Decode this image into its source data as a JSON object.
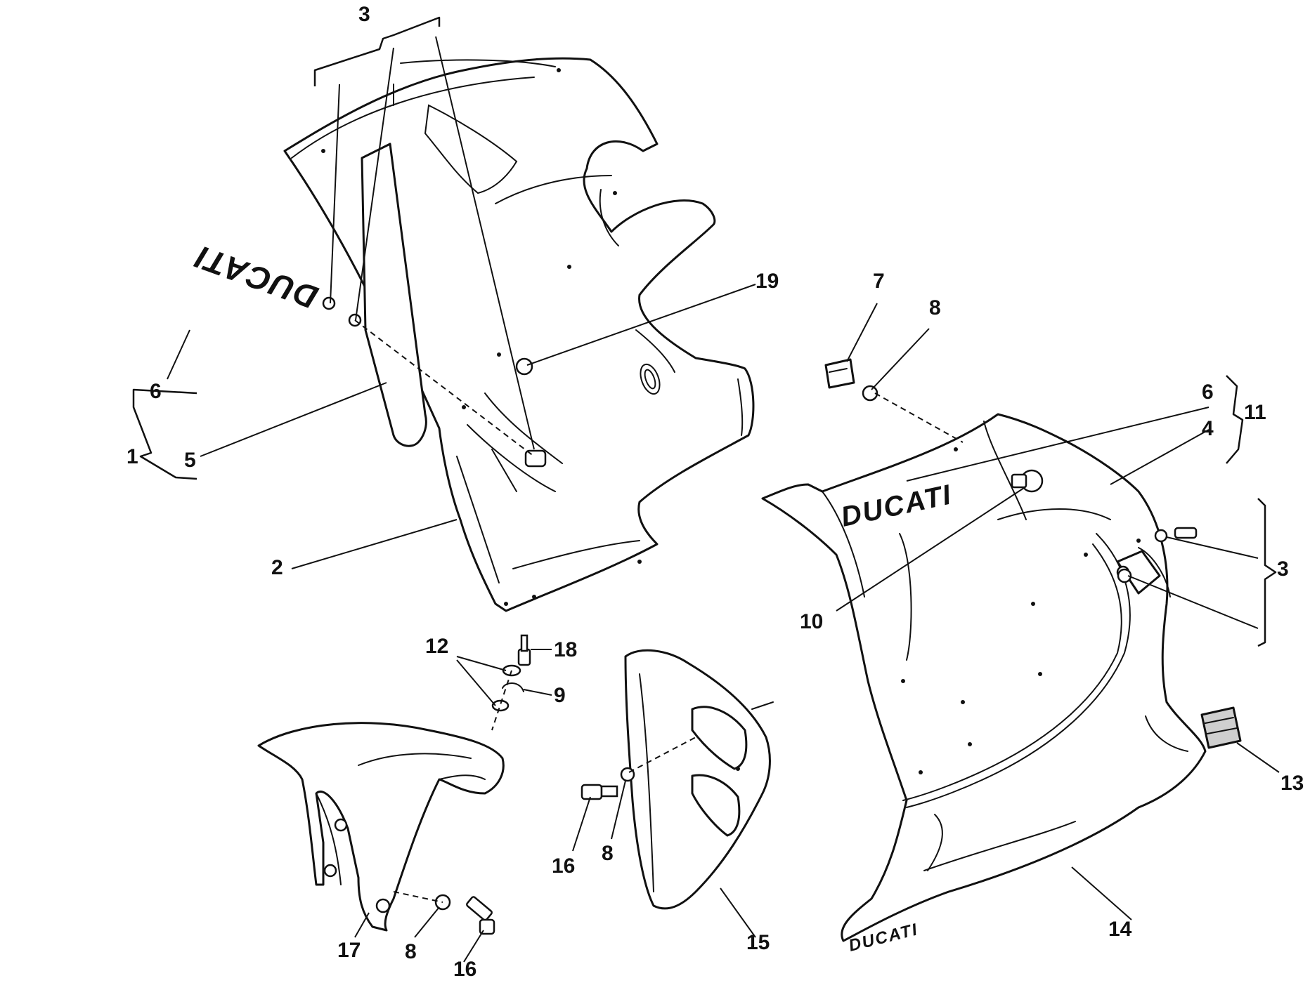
{
  "diagram": {
    "callouts": {
      "c1": "1",
      "c2": "2",
      "c3a": "3",
      "c3b": "3",
      "c4": "4",
      "c5": "5",
      "c6a": "6",
      "c6b": "6",
      "c7": "7",
      "c8a": "8",
      "c8b": "8",
      "c8c": "8",
      "c9": "9",
      "c10": "10",
      "c11": "11",
      "c12": "12",
      "c13": "13",
      "c14": "14",
      "c15": "15",
      "c16a": "16",
      "c16b": "16",
      "c17": "17",
      "c18": "18",
      "c19": "19"
    },
    "decals": {
      "decal_left": "DUCATI",
      "decal_right": "DUCATI",
      "decal_bottom": "DUCATI"
    }
  }
}
